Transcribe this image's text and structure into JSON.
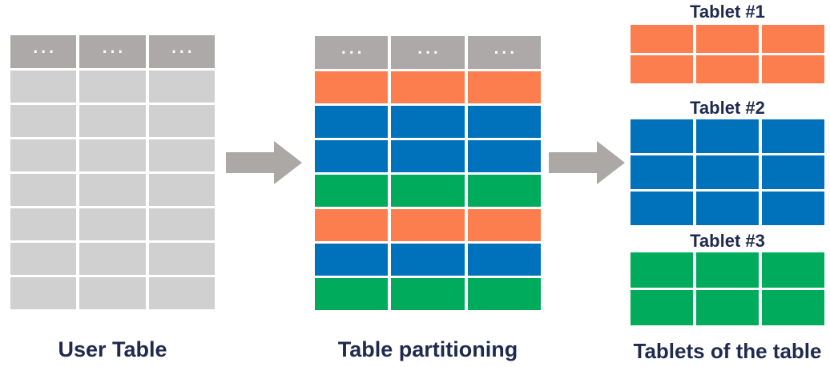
{
  "colors": {
    "header_gray": "#ACA9A8",
    "row_gray": "#D1D0D0",
    "orange": "#FC7E4E",
    "blue": "#0072BB",
    "green": "#00AC5B",
    "arrow_gray": "#ACA8A6",
    "navy": "#1F2A4E",
    "dots_white": "#FFFFFF"
  },
  "user_table": {
    "label": "User Table",
    "header_cells": [
      "...",
      "...",
      "..."
    ],
    "columns": 3,
    "body_rows": [
      "row_gray",
      "row_gray",
      "row_gray",
      "row_gray",
      "row_gray",
      "row_gray",
      "row_gray"
    ]
  },
  "partitioned_table": {
    "label": "Table partitioning",
    "header_cells": [
      "...",
      "...",
      "..."
    ],
    "columns": 3,
    "body_rows": [
      "orange",
      "blue",
      "blue",
      "green",
      "orange",
      "blue",
      "green"
    ]
  },
  "tablets": [
    {
      "label": "Tablet #1",
      "color": "orange",
      "rows": 2,
      "columns": 3
    },
    {
      "label": "Tablet #2",
      "color": "blue",
      "rows": 3,
      "columns": 3
    },
    {
      "label": "Tablet #3",
      "color": "green",
      "rows": 2,
      "columns": 3
    }
  ],
  "tablets_caption": "Tablets of the table"
}
